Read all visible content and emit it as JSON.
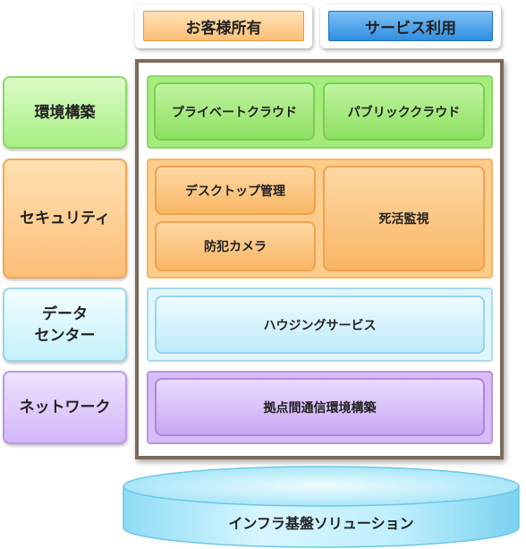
{
  "legend": {
    "owned": "お客様所有",
    "service": "サービス利用"
  },
  "categories": [
    "環境構築",
    "セキュリティ",
    "データ\nセンター",
    "ネットワーク"
  ],
  "rows": {
    "environment": {
      "private_cloud": "プライベートクラウド",
      "public_cloud": "パブリッククラウド"
    },
    "security": {
      "desktop_management": "デスクトップ管理",
      "security_camera": "防犯カメラ",
      "blind_spot_monitoring": "死活監視"
    },
    "datacenter": {
      "housing": "ハウジングサービス"
    },
    "network": {
      "site_network": "拠点間通信環境構築"
    }
  },
  "foundation": "インフラ基盤ソリューション",
  "colors": {
    "owned": "#fcbf77",
    "service": "#2f8ee0",
    "green": "#a7ee83",
    "orange": "#fcbf77",
    "cyan": "#c4f1fb",
    "purple": "#d2b6f7",
    "frame": "#7b6a5c"
  }
}
